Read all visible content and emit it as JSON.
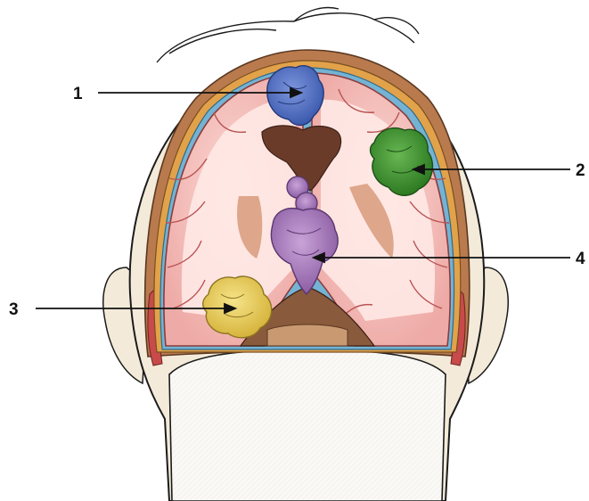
{
  "figure": {
    "callouts": [
      {
        "number": "1",
        "color": "#4f6fc4"
      },
      {
        "number": "2",
        "color": "#3c8f2d"
      },
      {
        "number": "3",
        "color": "#e3cb55"
      },
      {
        "number": "4",
        "color": "#a277b5"
      }
    ]
  },
  "colors": {
    "skin": "#f3ead9",
    "outline": "#1b1b1b",
    "skull": "#b97a4e",
    "dura": "#e2a24a",
    "csf": "#74b3d3",
    "brain": "#f2bdb8",
    "white_matter": "#ffe9e6",
    "ventricle": "#6b3b2a",
    "basal_ganglia": "#d89a7a",
    "neck_fill": "#f7f6f3",
    "muscle": "#c84a4a"
  }
}
